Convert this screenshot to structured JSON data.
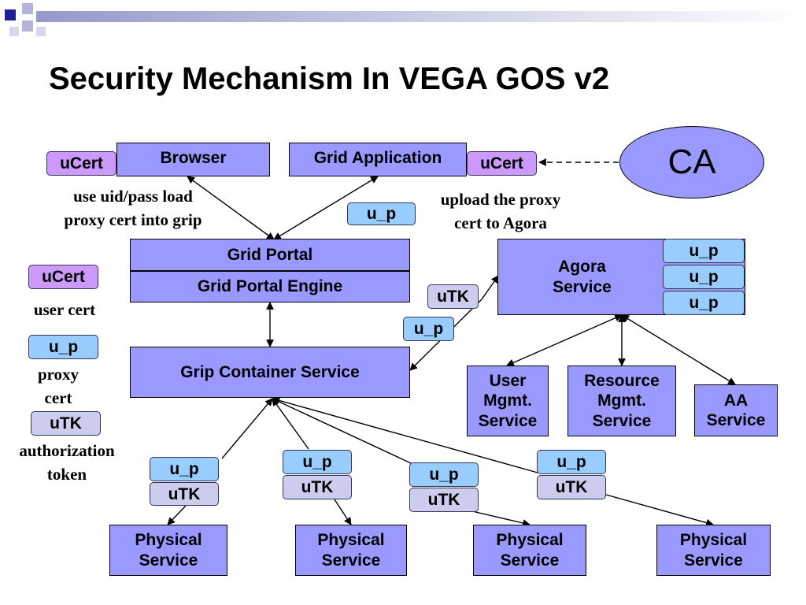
{
  "title": "Security Mechanism In VEGA GOS v2",
  "colors": {
    "box_fill": "#9999ff",
    "ucert_fill": "#cc99ff",
    "up_fill": "#99ccff",
    "utk_fill": "#ccccee",
    "deco_dark": "#1f1f99",
    "deco_light": "#9999cc"
  },
  "nodes": {
    "browser": "Browser",
    "grid_application": "Grid Application",
    "ca": "CA",
    "grid_portal": "Grid Portal",
    "grid_portal_engine": "Grid Portal Engine",
    "agora_service": "Agora\nService",
    "grip_container_service": "Grip Container Service",
    "user_mgmt_service": "User\nMgmt.\nService",
    "resource_mgmt_service": "Resource\nMgmt.\nService",
    "aa_service": "AA\nService",
    "physical_service": "Physical\nService"
  },
  "tokens": {
    "ucert": "uCert",
    "up": "u_p",
    "utk": "uTK"
  },
  "notes": {
    "uid_pass": "use uid/pass load\nproxy cert into grip",
    "upload_proxy": "upload the proxy\ncert to Agora",
    "user_cert": "user cert",
    "proxy_cert": "proxy\ncert",
    "authorization_token": "authorization\ntoken"
  }
}
